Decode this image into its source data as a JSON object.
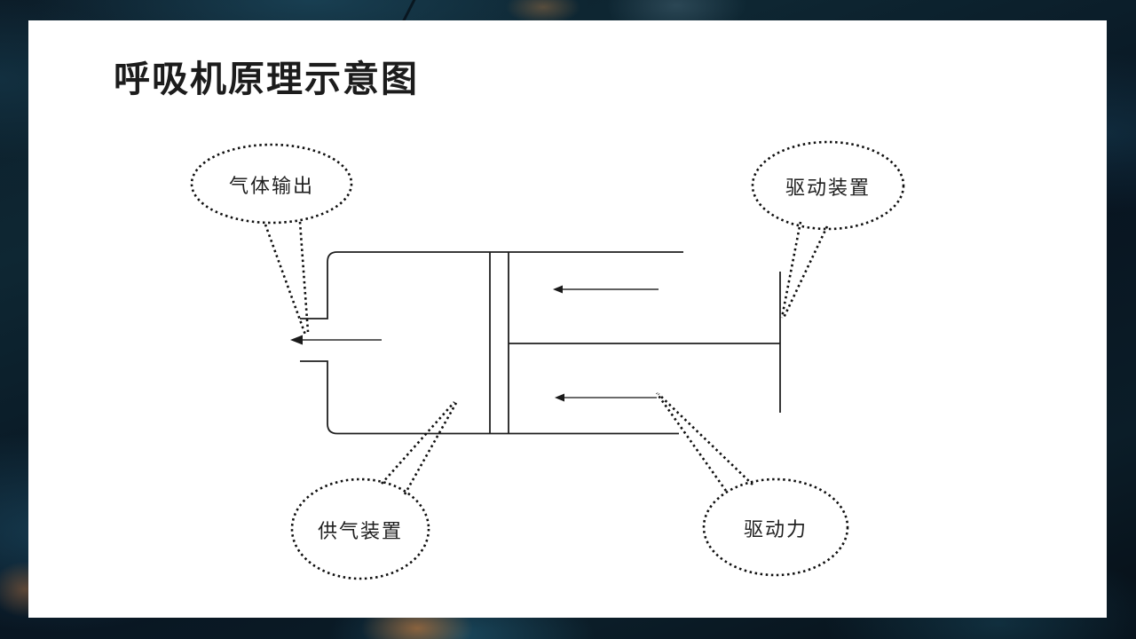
{
  "slide": {
    "title": "呼吸机原理示意图",
    "callouts": [
      {
        "id": "gas-output",
        "label": "气体输出"
      },
      {
        "id": "drive-device",
        "label": "驱动装置"
      },
      {
        "id": "gas-supply",
        "label": "供气装置"
      },
      {
        "id": "driving-force",
        "label": "驱动力"
      }
    ],
    "diagram": {
      "type": "schematic",
      "subject": "ventilator piston-cylinder working principle",
      "flow_direction": "left",
      "parts": [
        "cylinder with open left outlet",
        "piston (double wall)",
        "piston rod",
        "drive plate",
        "gas outlet arrow",
        "upper chamber flow arrow",
        "lower chamber flow arrow"
      ]
    }
  },
  "colors": {
    "slide_background": "#ffffff",
    "ink": "#1f1f1f",
    "callout_dot": "#101010",
    "backdrop_base": "#0a1822",
    "backdrop_teal": "#1d4a5e",
    "backdrop_orange": "#c07a42"
  }
}
